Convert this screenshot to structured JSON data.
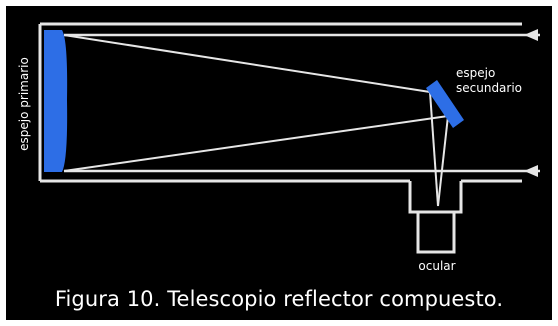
{
  "labels": {
    "primary_mirror": "espejo primario",
    "secondary_mirror_line1": "espejo",
    "secondary_mirror_line2": "secundario",
    "eyepiece": "ocular"
  },
  "caption": "Figura 10. Telescopio reflector compuesto.",
  "colors": {
    "background": "#000000",
    "lines": "#e6e6e6",
    "mirror": "#2d6ee6",
    "text": "#ffffff"
  },
  "icons": {
    "incoming_light": "arrow-left"
  }
}
